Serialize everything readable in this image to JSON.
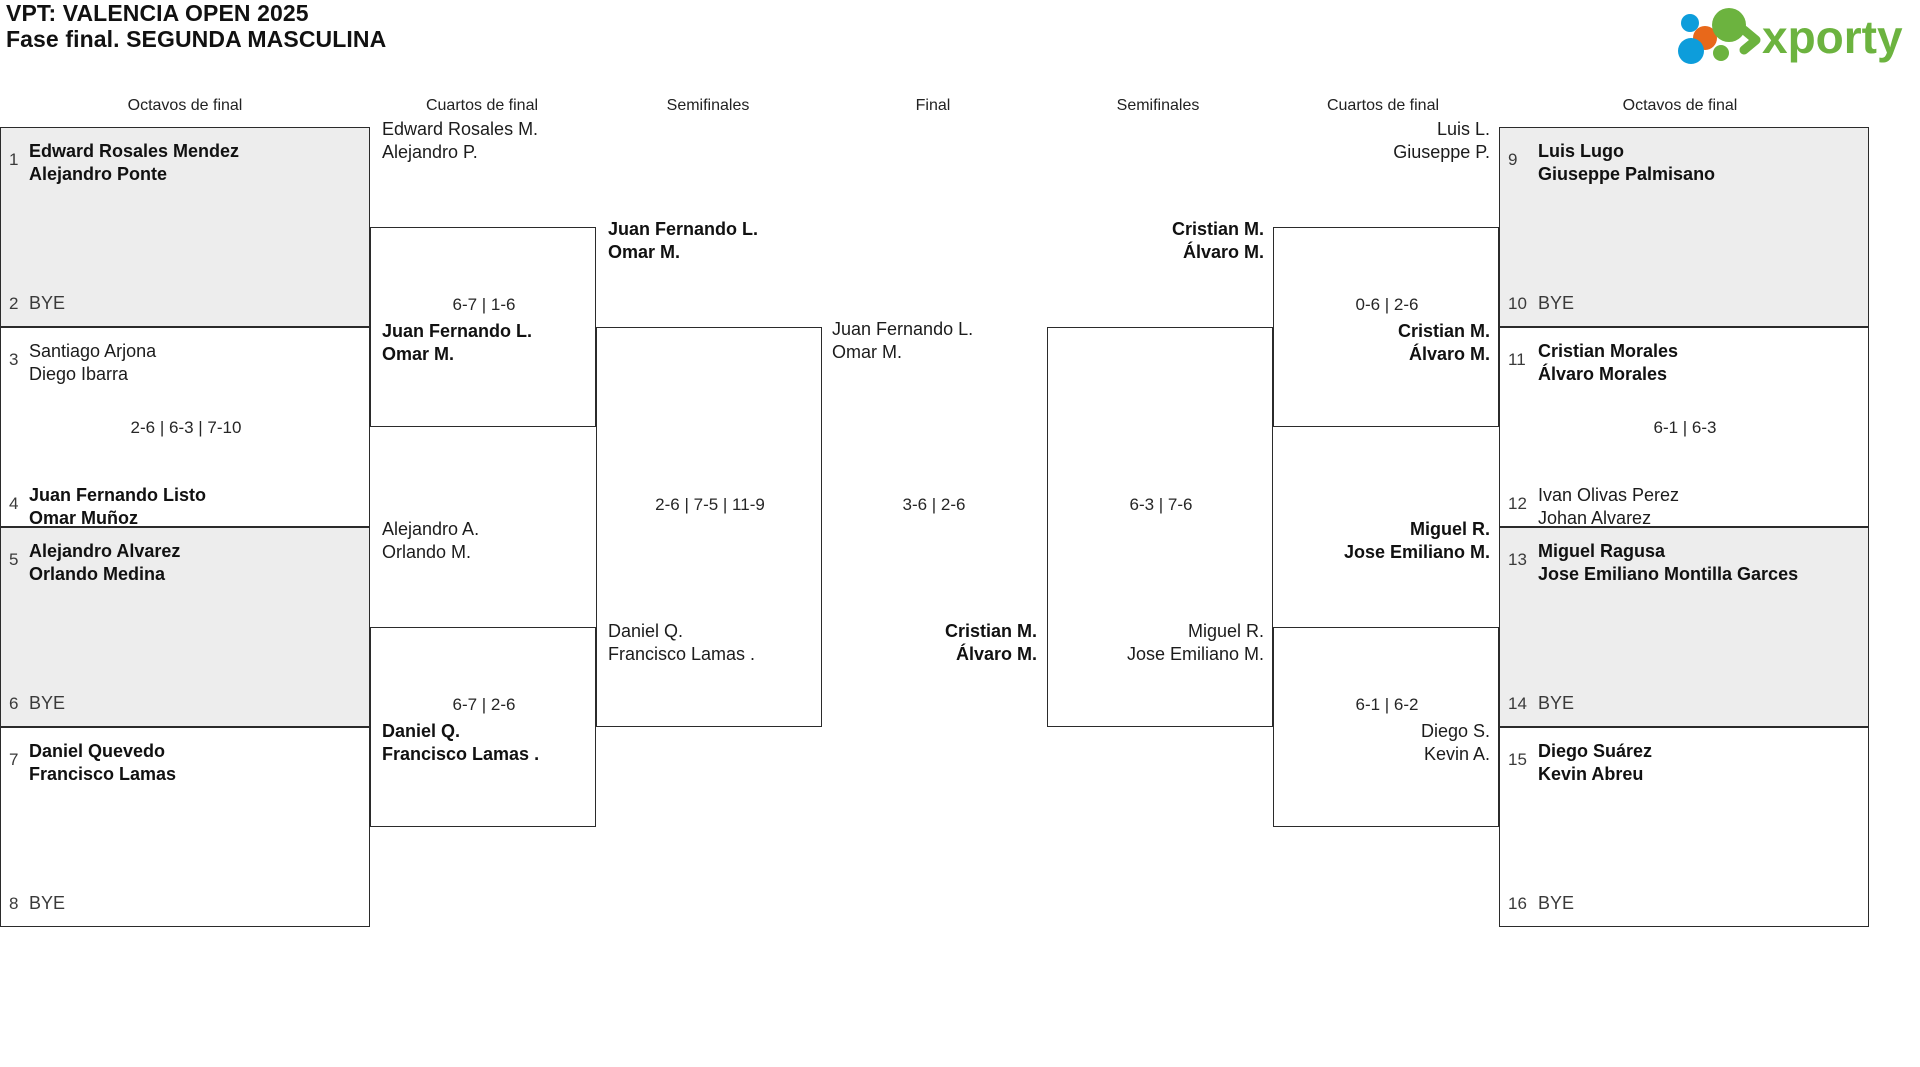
{
  "header": {
    "title_line1": "VPT: VALENCIA OPEN 2025",
    "title_line2": "Fase final. SEGUNDA MASCULINA",
    "logo_text": "xporty",
    "logo_colors": {
      "green": "#6cb33f",
      "blue": "#0d9ddb",
      "orange": "#e8681a"
    }
  },
  "round_headers": {
    "left_r16": "Octavos de final",
    "left_qf": "Cuartos de final",
    "left_sf": "Semifinales",
    "final": "Final",
    "right_sf": "Semifinales",
    "right_qf": "Cuartos de final",
    "right_r16": "Octavos de final"
  },
  "left": {
    "r16": [
      {
        "seed": "1",
        "p1": "Edward Rosales Mendez",
        "p2": "Alejandro Ponte",
        "winner": true,
        "shaded": true
      },
      {
        "seed": "2",
        "bye": "BYE",
        "shaded": true
      },
      {
        "seed": "3",
        "p1": "Santiago Arjona",
        "p2": "Diego Ibarra",
        "winner": false,
        "shaded": false
      },
      {
        "seed": "4",
        "p1": "Juan Fernando Listo",
        "p2": "Omar Muñoz",
        "winner": true,
        "shaded": false
      },
      {
        "seed": "5",
        "p1": "Alejandro Alvarez",
        "p2": "Orlando Medina",
        "winner": true,
        "shaded": true
      },
      {
        "seed": "6",
        "bye": "BYE",
        "shaded": true
      },
      {
        "seed": "7",
        "p1": "Daniel Quevedo",
        "p2": "Francisco Lamas",
        "winner": true,
        "shaded": false
      },
      {
        "seed": "8",
        "bye": "BYE",
        "shaded": false
      }
    ],
    "r16_scores": [
      "",
      "2-6 | 6-3 | 7-10",
      "",
      ""
    ],
    "qf": [
      {
        "p1": "Edward Rosales M.",
        "p2": "Alejandro P.",
        "winner": false
      },
      {
        "p1": "Juan Fernando L.",
        "p2": "Omar M.",
        "winner": true
      },
      {
        "p1": "Alejandro A.",
        "p2": "Orlando M.",
        "winner": false
      },
      {
        "p1": "Daniel Q.",
        "p2": "Francisco Lamas .",
        "winner": true
      }
    ],
    "qf_scores": [
      "6-7 | 1-6",
      "6-7 | 2-6"
    ],
    "sf": [
      {
        "p1": "Juan Fernando L.",
        "p2": "Omar M.",
        "winner": true
      },
      {
        "p1": "Daniel Q.",
        "p2": "Francisco Lamas .",
        "winner": false
      }
    ],
    "sf_score": "2-6 | 7-5 | 11-9"
  },
  "final": {
    "top": {
      "p1": "Juan Fernando L.",
      "p2": "Omar M.",
      "winner": false
    },
    "bottom": {
      "p1": "Cristian M.",
      "p2": "Álvaro M.",
      "winner": true
    },
    "score": "3-6 | 2-6"
  },
  "right": {
    "sf": [
      {
        "p1": "Cristian M.",
        "p2": "Álvaro M.",
        "winner": true
      },
      {
        "p1": "Miguel R.",
        "p2": "Jose Emiliano M.",
        "winner": false
      }
    ],
    "sf_score": "6-3 | 7-6",
    "qf": [
      {
        "p1": "Luis L.",
        "p2": "Giuseppe P.",
        "winner": false
      },
      {
        "p1": "Cristian M.",
        "p2": "Álvaro M.",
        "winner": true
      },
      {
        "p1": "Miguel R.",
        "p2": "Jose Emiliano M.",
        "winner": true
      },
      {
        "p1": "Diego S.",
        "p2": "Kevin A.",
        "winner": false
      }
    ],
    "qf_scores": [
      "0-6 | 2-6",
      "6-1 | 6-2"
    ],
    "r16": [
      {
        "seed": "9",
        "p1": "Luis Lugo",
        "p2": "Giuseppe Palmisano",
        "winner": true,
        "shaded": true
      },
      {
        "seed": "10",
        "bye": "BYE",
        "shaded": true
      },
      {
        "seed": "11",
        "p1": "Cristian Morales",
        "p2": "Álvaro Morales",
        "winner": true,
        "shaded": false
      },
      {
        "seed": "12",
        "p1": "Ivan Olivas Perez",
        "p2": "Johan Alvarez",
        "winner": false,
        "shaded": false
      },
      {
        "seed": "13",
        "p1": "Miguel Ragusa",
        "p2": "Jose Emiliano Montilla Garces",
        "winner": true,
        "shaded": true
      },
      {
        "seed": "14",
        "bye": "BYE",
        "shaded": true
      },
      {
        "seed": "15",
        "p1": "Diego Suárez",
        "p2": "Kevin Abreu",
        "winner": true,
        "shaded": false
      },
      {
        "seed": "16",
        "bye": "BYE",
        "shaded": false
      }
    ],
    "r16_scores": [
      "",
      "6-1 | 6-3",
      "",
      ""
    ]
  }
}
